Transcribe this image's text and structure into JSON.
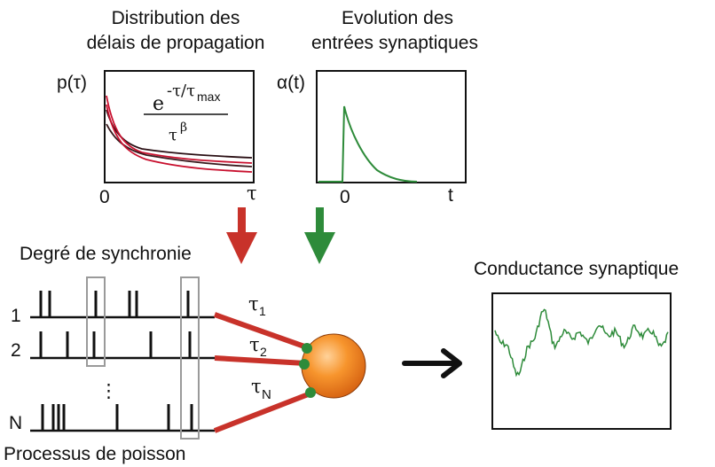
{
  "panels": {
    "delays": {
      "title_line1": "Distribution des",
      "title_line2": "délais de propagation",
      "ylabel": "p(τ)",
      "formula_numerator_base": "e",
      "formula_numerator_exp": "-τ/τ",
      "formula_numerator_sub": "max",
      "formula_denominator_base": "τ",
      "formula_denominator_exp": "β",
      "x_origin": "0",
      "x_label": "τ",
      "curve_colors": [
        "#2a0f14",
        "#c8102e",
        "#3a1a1e",
        "#c8102e"
      ]
    },
    "synaptic": {
      "title_line1": "Evolution des",
      "title_line2": "entrées synaptiques",
      "ylabel": "α(t)",
      "x_origin": "0",
      "x_label": "t",
      "curve_color": "#2e8b3a"
    }
  },
  "arrows": {
    "red_color": "#c8322a",
    "green_color": "#2e8b3a",
    "black_color": "#111111"
  },
  "spike_trains": {
    "synchrony_label": "Degré de synchronie",
    "poisson_label": "Processus de poisson",
    "rows": [
      {
        "label": "1"
      },
      {
        "label": "2"
      },
      {
        "label": "N"
      }
    ],
    "ellipsis": "⋮"
  },
  "neuron": {
    "delay_labels": [
      {
        "base": "τ",
        "sub": "1"
      },
      {
        "base": "τ",
        "sub": "2"
      },
      {
        "base": "τ",
        "sub": "N"
      }
    ],
    "soma_color": "#f08a24",
    "synapse_color": "#2e8b3a",
    "dendrite_color": "#c8322a"
  },
  "conductance": {
    "title": "Conductance synaptique",
    "trace_color": "#2e8b3a"
  }
}
